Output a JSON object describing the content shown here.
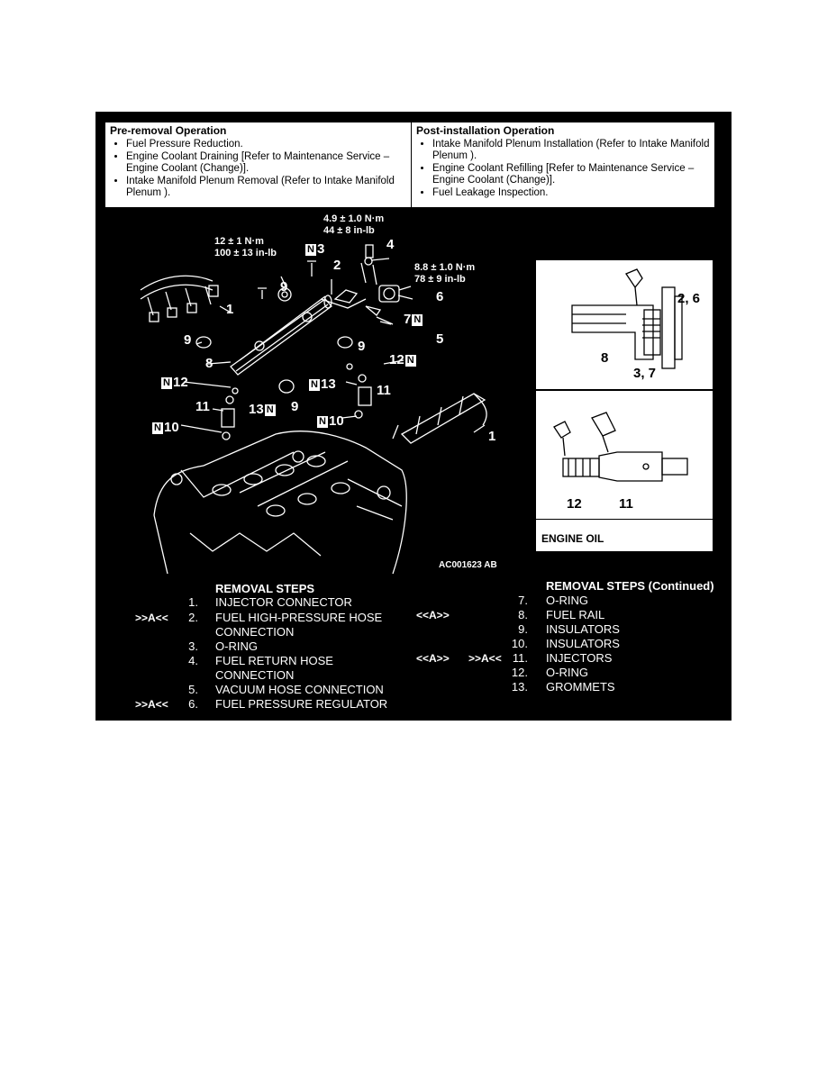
{
  "pre_removal": {
    "title": "Pre-removal Operation",
    "items": [
      "Fuel Pressure Reduction.",
      "Engine Coolant Draining [Refer to Maintenance Service – Engine Coolant (Change)].",
      "Intake Manifold Plenum Removal (Refer to Intake Manifold Plenum )."
    ]
  },
  "post_installation": {
    "title": "Post-installation Operation",
    "items": [
      "Intake Manifold Plenum Installation (Refer to Intake Manifold Plenum ).",
      "Engine Coolant Refilling [Refer to Maintenance Service – Engine Coolant (Change)].",
      "Fuel Leakage Inspection."
    ]
  },
  "torques": {
    "t1_nm": "12 ± 1 N·m",
    "t1_inlb": "100 ± 13 in-lb",
    "t2_nm": "4.9 ± 1.0 N·m",
    "t2_inlb": "44 ± 8 in-lb",
    "t3_nm": "8.8 ± 1.0 N·m",
    "t3_inlb": "78 ± 9 in-lb"
  },
  "callouts": {
    "n1": "1",
    "n2": "2",
    "n3": "3",
    "n4": "4",
    "n5": "5",
    "n6": "6",
    "n7": "7",
    "n8": "8",
    "n9": "9",
    "n10": "10",
    "n11": "11",
    "n12": "12",
    "n13": "13",
    "n_box": "N",
    "inset_26": "2, 6",
    "inset_8": "8",
    "inset_37": "3, 7",
    "inset_12": "12",
    "inset_11": "11"
  },
  "engine_oil_label": "ENGINE OIL",
  "figure_code": "AC001623 AB",
  "removal_steps": {
    "title": "REMOVAL STEPS",
    "steps": [
      {
        "mark": "",
        "num": "1.",
        "text": "INJECTOR CONNECTOR"
      },
      {
        "mark": ">>A<<",
        "num": "2.",
        "text": "FUEL HIGH-PRESSURE HOSE"
      },
      {
        "mark": "",
        "num": "",
        "text": "CONNECTION"
      },
      {
        "mark": "",
        "num": "3.",
        "text": "O-RING"
      },
      {
        "mark": "",
        "num": "4.",
        "text": "FUEL RETURN HOSE"
      },
      {
        "mark": "",
        "num": "",
        "text": "CONNECTION"
      },
      {
        "mark": "",
        "num": "5.",
        "text": "VACUUM HOSE CONNECTION"
      },
      {
        "mark": ">>A<<",
        "num": "6.",
        "text": "FUEL PRESSURE REGULATOR"
      }
    ]
  },
  "removal_steps_cont": {
    "title": "REMOVAL STEPS (Continued)",
    "steps": [
      {
        "mark1": "",
        "mark2": "",
        "num": "7.",
        "text": "O-RING"
      },
      {
        "mark1": "<<A>>",
        "mark2": "",
        "num": "8.",
        "text": "FUEL RAIL"
      },
      {
        "mark1": "",
        "mark2": "",
        "num": "9.",
        "text": "INSULATORS"
      },
      {
        "mark1": "",
        "mark2": "",
        "num": "10.",
        "text": "INSULATORS"
      },
      {
        "mark1": "<<A>>",
        "mark2": ">>A<<",
        "num": "11.",
        "text": "INJECTORS"
      },
      {
        "mark1": "",
        "mark2": "",
        "num": "12.",
        "text": "O-RING"
      },
      {
        "mark1": "",
        "mark2": "",
        "num": "13.",
        "text": "GROMMETS"
      }
    ]
  }
}
